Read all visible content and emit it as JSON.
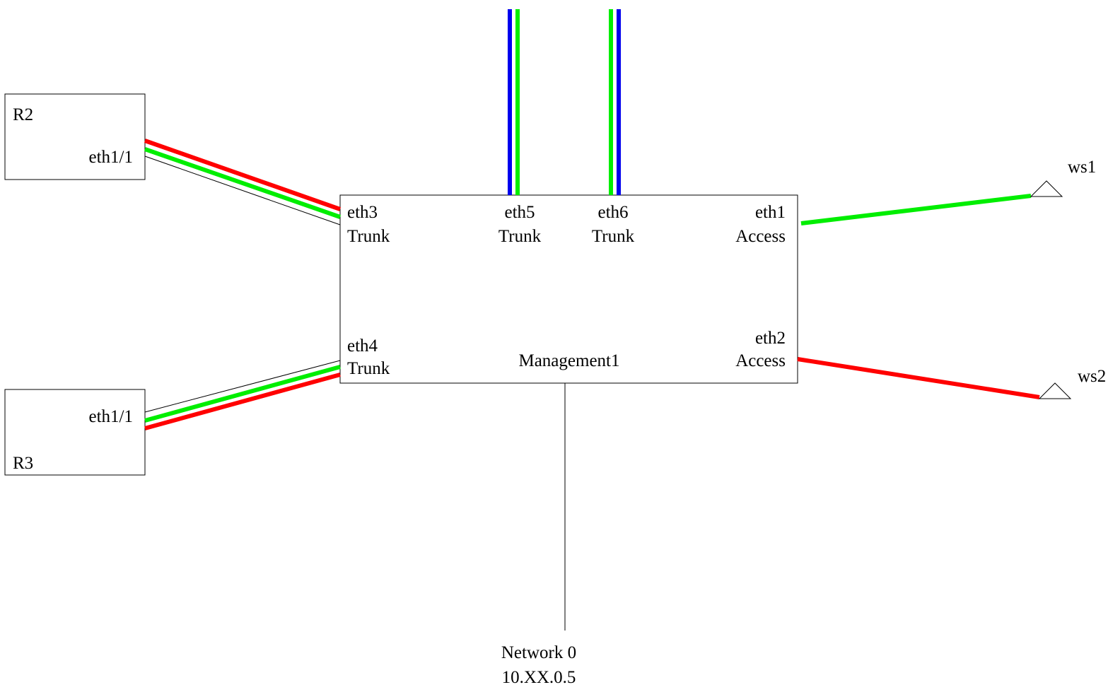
{
  "colors": {
    "vlan_red": "#ff0000",
    "vlan_green": "#00ee00",
    "vlan_blue": "#0000ee",
    "outline": "#000000"
  },
  "devices": {
    "r2": {
      "name": "R2",
      "port": "eth1/1"
    },
    "r3": {
      "name": "R3",
      "port": "eth1/1"
    },
    "switch": {
      "ports": {
        "eth3": {
          "name": "eth3",
          "mode": "Trunk"
        },
        "eth5": {
          "name": "eth5",
          "mode": "Trunk"
        },
        "eth6": {
          "name": "eth6",
          "mode": "Trunk"
        },
        "eth1": {
          "name": "eth1",
          "mode": "Access"
        },
        "eth4": {
          "name": "eth4",
          "mode": "Trunk"
        },
        "eth2": {
          "name": "eth2",
          "mode": "Access"
        }
      },
      "management": "Management1"
    },
    "ws1": {
      "name": "ws1"
    },
    "ws2": {
      "name": "ws2"
    }
  },
  "network": {
    "name": "Network 0",
    "address": "10.XX.0.5"
  }
}
